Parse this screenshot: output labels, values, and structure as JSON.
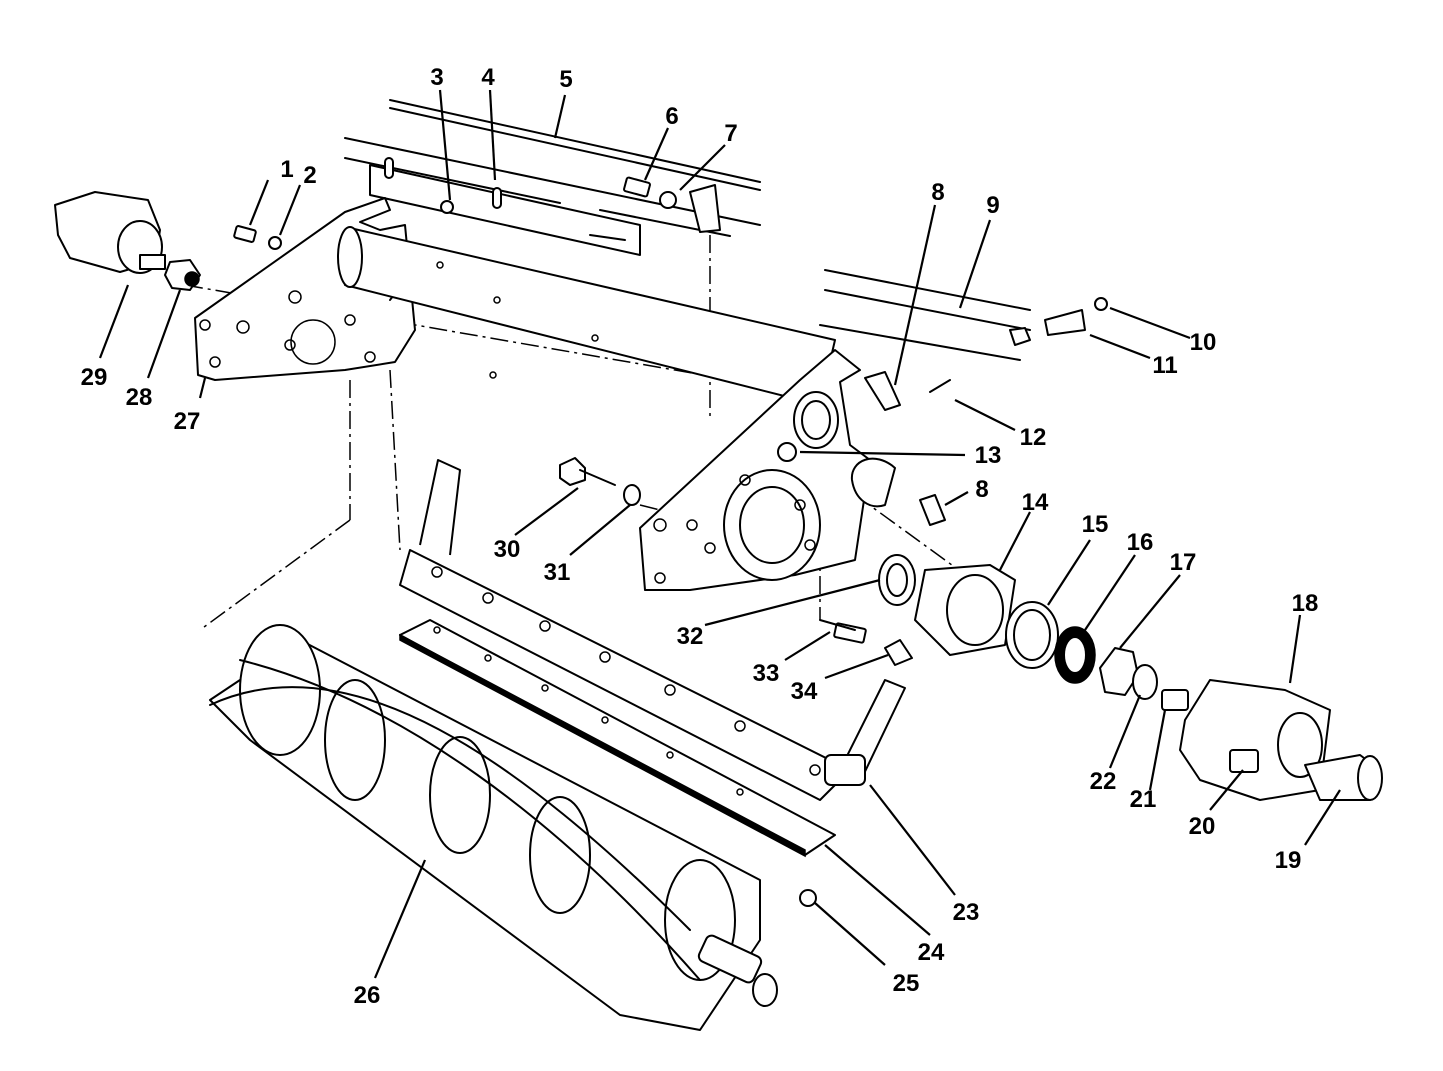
{
  "diagram": {
    "callouts": [
      {
        "id": "c1",
        "text": "1"
      },
      {
        "id": "c2",
        "text": "2"
      },
      {
        "id": "c3",
        "text": "3"
      },
      {
        "id": "c4",
        "text": "4"
      },
      {
        "id": "c5",
        "text": "5"
      },
      {
        "id": "c6",
        "text": "6"
      },
      {
        "id": "c7",
        "text": "7"
      },
      {
        "id": "c8a",
        "text": "8"
      },
      {
        "id": "c8b",
        "text": "8"
      },
      {
        "id": "c9",
        "text": "9"
      },
      {
        "id": "c10",
        "text": "10"
      },
      {
        "id": "c11",
        "text": "11"
      },
      {
        "id": "c12",
        "text": "12"
      },
      {
        "id": "c13",
        "text": "13"
      },
      {
        "id": "c14",
        "text": "14"
      },
      {
        "id": "c15",
        "text": "15"
      },
      {
        "id": "c16",
        "text": "16"
      },
      {
        "id": "c17",
        "text": "17"
      },
      {
        "id": "c18",
        "text": "18"
      },
      {
        "id": "c19",
        "text": "19"
      },
      {
        "id": "c20",
        "text": "20"
      },
      {
        "id": "c21",
        "text": "21"
      },
      {
        "id": "c22",
        "text": "22"
      },
      {
        "id": "c23",
        "text": "23"
      },
      {
        "id": "c24",
        "text": "24"
      },
      {
        "id": "c25",
        "text": "25"
      },
      {
        "id": "c26",
        "text": "26"
      },
      {
        "id": "c27",
        "text": "27"
      },
      {
        "id": "c28",
        "text": "28"
      },
      {
        "id": "c29",
        "text": "29"
      },
      {
        "id": "c30",
        "text": "30"
      },
      {
        "id": "c31",
        "text": "31"
      },
      {
        "id": "c32",
        "text": "32"
      },
      {
        "id": "c33",
        "text": "33"
      },
      {
        "id": "c34",
        "text": "34"
      }
    ]
  }
}
